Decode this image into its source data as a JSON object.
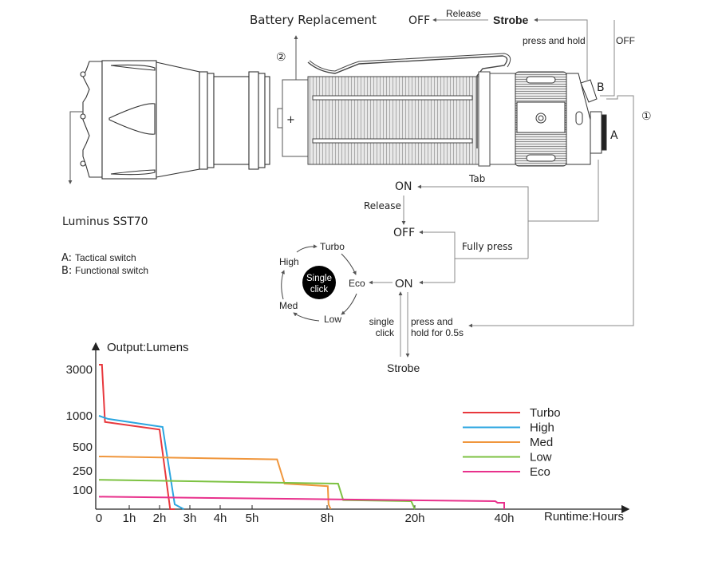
{
  "diagram": {
    "battery_replacement": "Battery Replacement",
    "marker_2": "②",
    "marker_1": "①",
    "emitter_label": "Luminus SST70",
    "plus_sign": "+",
    "switch_a": "A",
    "switch_b": "B",
    "legend_a_key": "A:",
    "legend_a_text": "Tactical switch",
    "legend_b_key": "B:",
    "legend_b_text": "Functional switch",
    "top_flow": {
      "off": "OFF",
      "release": "Release",
      "strobe": "Strobe",
      "press_and_hold": "press and hold",
      "off_right": "OFF"
    },
    "tactical_flow": {
      "on_top": "ON",
      "tab": "Tab",
      "release": "Release",
      "off": "OFF",
      "fully_press": "Fully press",
      "on_bottom": "ON",
      "single_click": "single click",
      "single_click_l1": "single",
      "single_click_l2": "click",
      "press_hold_l1": "press and",
      "press_hold_l2": "hold for 0.5s",
      "strobe": "Strobe"
    },
    "mode_cycle": {
      "center_l1": "Single",
      "center_l2": "click",
      "modes": [
        "Turbo",
        "Eco",
        "Low",
        "Med",
        "High"
      ]
    }
  },
  "chart_data": {
    "type": "line",
    "ylabel": "Output:Lumens",
    "xlabel": "Runtime:Hours",
    "y_ticks": [
      "3000",
      "1000",
      "500",
      "250",
      "100"
    ],
    "x_ticks": [
      "0",
      "1h",
      "2h",
      "3h",
      "4h",
      "5h",
      "8h",
      "20h",
      "40h"
    ],
    "legend_position": "right",
    "series": [
      {
        "name": "Turbo",
        "color": "#e8383d",
        "points": [
          [
            0,
            3300
          ],
          [
            0.1,
            3300
          ],
          [
            0.2,
            900
          ],
          [
            2.0,
            780
          ],
          [
            2.35,
            0
          ],
          [
            2.5,
            0
          ]
        ]
      },
      {
        "name": "High",
        "color": "#2ba6e0",
        "points": [
          [
            0,
            1000
          ],
          [
            0.3,
            950
          ],
          [
            2.1,
            820
          ],
          [
            2.5,
            30
          ],
          [
            2.8,
            0
          ]
        ]
      },
      {
        "name": "Med",
        "color": "#f0963c",
        "points": [
          [
            0,
            400
          ],
          [
            6.0,
            370
          ],
          [
            6.3,
            150
          ],
          [
            8.1,
            130
          ],
          [
            8.2,
            30
          ],
          [
            8.5,
            0
          ]
        ]
      },
      {
        "name": "Low",
        "color": "#7dc242",
        "points": [
          [
            0,
            180
          ],
          [
            9.5,
            150
          ],
          [
            10.2,
            55
          ],
          [
            19.5,
            50
          ],
          [
            20,
            0
          ]
        ]
      },
      {
        "name": "Eco",
        "color": "#e8318c",
        "points": [
          [
            0,
            70
          ],
          [
            38,
            50
          ],
          [
            38.5,
            40
          ],
          [
            40.5,
            40
          ],
          [
            40.7,
            0
          ]
        ]
      }
    ]
  }
}
